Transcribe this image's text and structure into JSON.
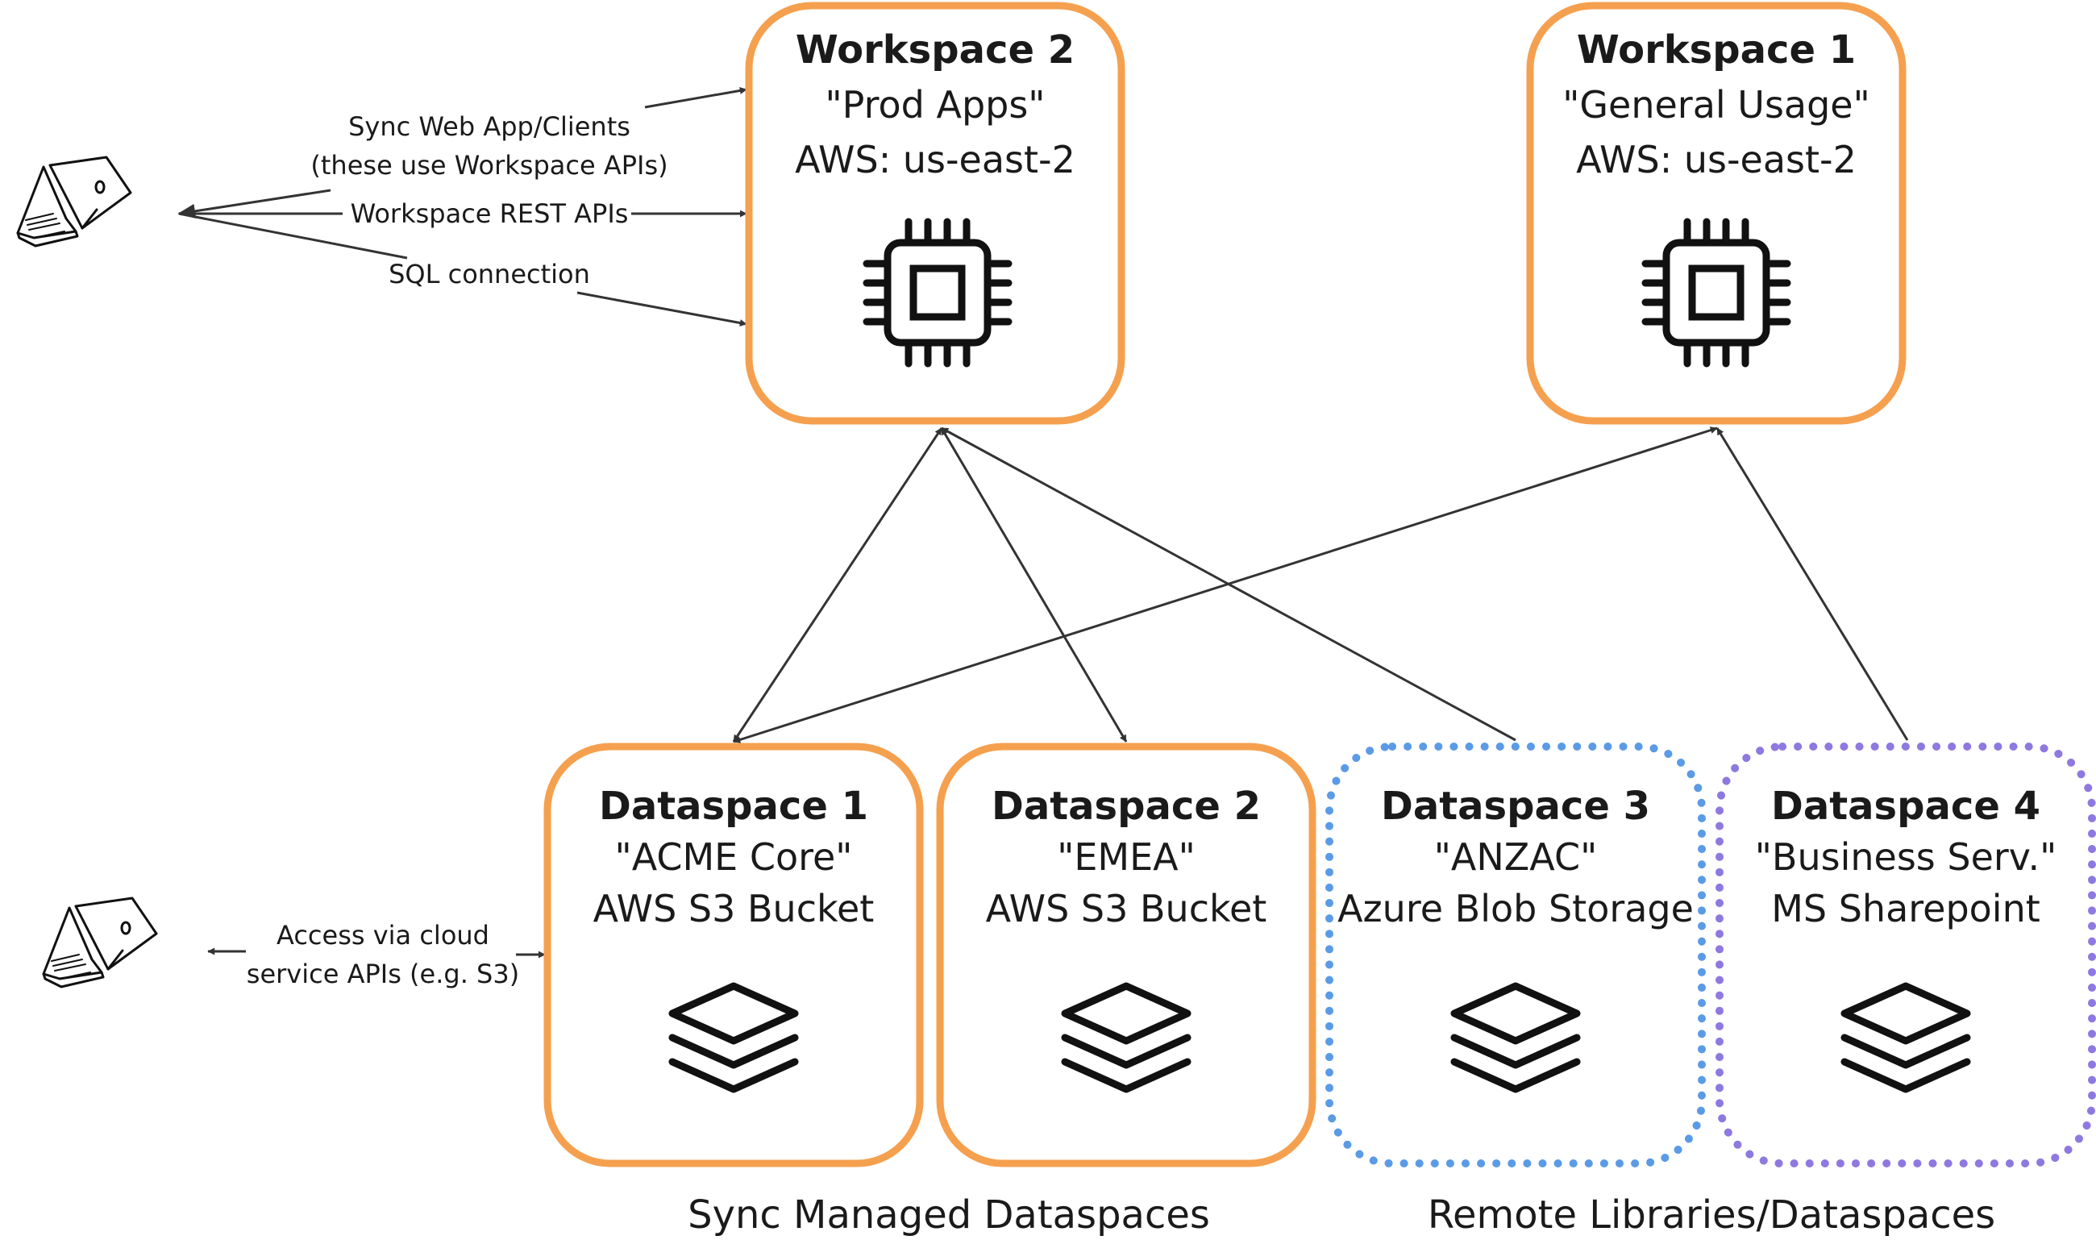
{
  "workspaces": [
    {
      "title": "Workspace 2",
      "name": "\"Prod Apps\"",
      "location": "AWS: us-east-2",
      "icon": "cpu-chip-icon",
      "border_color": "#F5A04F"
    },
    {
      "title": "Workspace 1",
      "name": "\"General Usage\"",
      "location": "AWS: us-east-2",
      "icon": "cpu-chip-icon",
      "border_color": "#F5A04F"
    }
  ],
  "dataspaces": [
    {
      "title": "Dataspace 1",
      "name": "\"ACME Core\"",
      "storage": "AWS S3 Bucket",
      "icon": "layers-stack-icon",
      "border_color": "#F5A04F",
      "border_style": "solid"
    },
    {
      "title": "Dataspace 2",
      "name": "\"EMEA\"",
      "storage": "AWS S3 Bucket",
      "icon": "layers-stack-icon",
      "border_color": "#F5A04F",
      "border_style": "solid"
    },
    {
      "title": "Dataspace 3",
      "name": "\"ANZAC\"",
      "storage": "Azure Blob Storage",
      "icon": "layers-stack-icon",
      "border_color": "#5B9BE6",
      "border_style": "dotted"
    },
    {
      "title": "Dataspace 4",
      "name": "\"Business Serv.\"",
      "storage": "MS Sharepoint",
      "icon": "layers-stack-icon",
      "border_color": "#8E79E0",
      "border_style": "dotted"
    }
  ],
  "client_labels": {
    "sync_web_app_line1": "Sync Web App/Clients",
    "sync_web_app_line2": "(these use Workspace APIs)",
    "rest_apis": "Workspace REST APIs",
    "sql": "SQL connection",
    "cloud_access_line1": "Access via cloud",
    "cloud_access_line2": "service APIs (e.g. S3)"
  },
  "group_labels": {
    "managed": "Sync Managed Dataspaces",
    "remote": "Remote Libraries/Dataspaces"
  },
  "icons": {
    "client": "laptop-icon"
  }
}
